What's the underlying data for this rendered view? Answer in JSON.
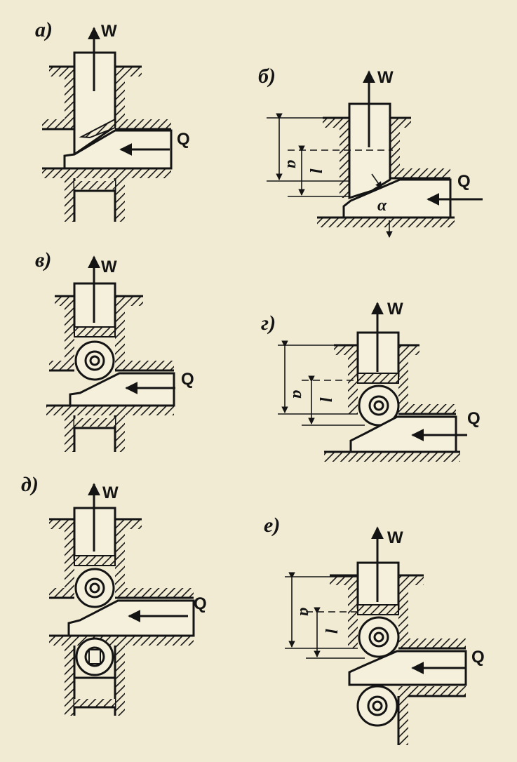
{
  "panels": [
    {
      "id": "a",
      "label": "а)"
    },
    {
      "id": "b",
      "label": "б)"
    },
    {
      "id": "v",
      "label": "в)"
    },
    {
      "id": "g",
      "label": "г)"
    },
    {
      "id": "d",
      "label": "д)"
    },
    {
      "id": "e",
      "label": "е)"
    }
  ],
  "forces": {
    "vertical": "W",
    "horizontal": "Q"
  },
  "dimensions": {
    "stroke_a": "a",
    "stroke_l": "l",
    "angle": "α"
  }
}
